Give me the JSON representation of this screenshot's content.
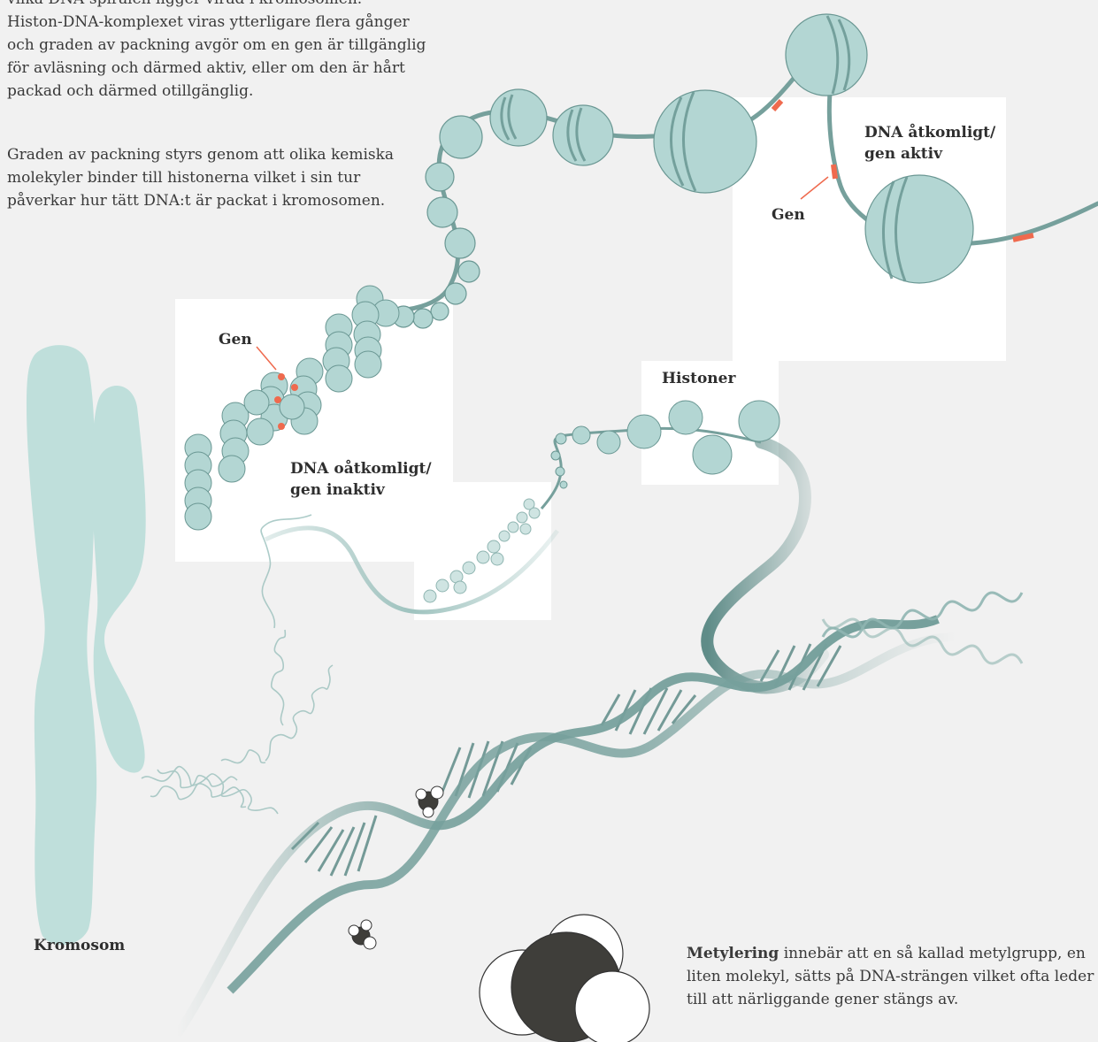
{
  "intro": {
    "line0": "vilka DNA-spiralen ligger virad i kromosomen.",
    "line1": "Histon-DNA-komplexet viras ytterligare flera gånger",
    "line2": "och graden av packning avgör om en gen är tillgänglig",
    "line3": "för avläsning och därmed aktiv, eller om den är hårt",
    "line4": "packad och därmed otillgänglig."
  },
  "paragraph2": {
    "line1": "Graden av packning styrs genom att olika kemiska",
    "line2": "molekyler binder till histonerna vilket i sin tur",
    "line3": "påverkar hur tätt DNA:t är packat i kromosomen."
  },
  "labels": {
    "gen_inactive": "Gen",
    "dna_inaccessible_1": "DNA oåtkomligt/",
    "dna_inaccessible_2": "gen inaktiv",
    "gen_active": "Gen",
    "dna_accessible_1": "DNA åtkomligt/",
    "dna_accessible_2": "gen aktiv",
    "histones": "Histoner",
    "chromosome": "Kromosom"
  },
  "methylation": {
    "bold": "Metylering",
    "rest1": " innebär att en så kallad metylgrupp, en",
    "line2": "liten molekyl, sätts på DNA-strängen vilket ofta leder",
    "line3": "till att närliggande gener stängs av."
  },
  "colors": {
    "background": "#f1f1f1",
    "panel": "#ffffff",
    "histone_fill": "#b3d6d3",
    "histone_stroke": "#6a9793",
    "dna_strand": "#76a09c",
    "gene_marker": "#ef6a4e",
    "chromosome": "#bfdfdb",
    "carbon": "#3f3e3a"
  }
}
